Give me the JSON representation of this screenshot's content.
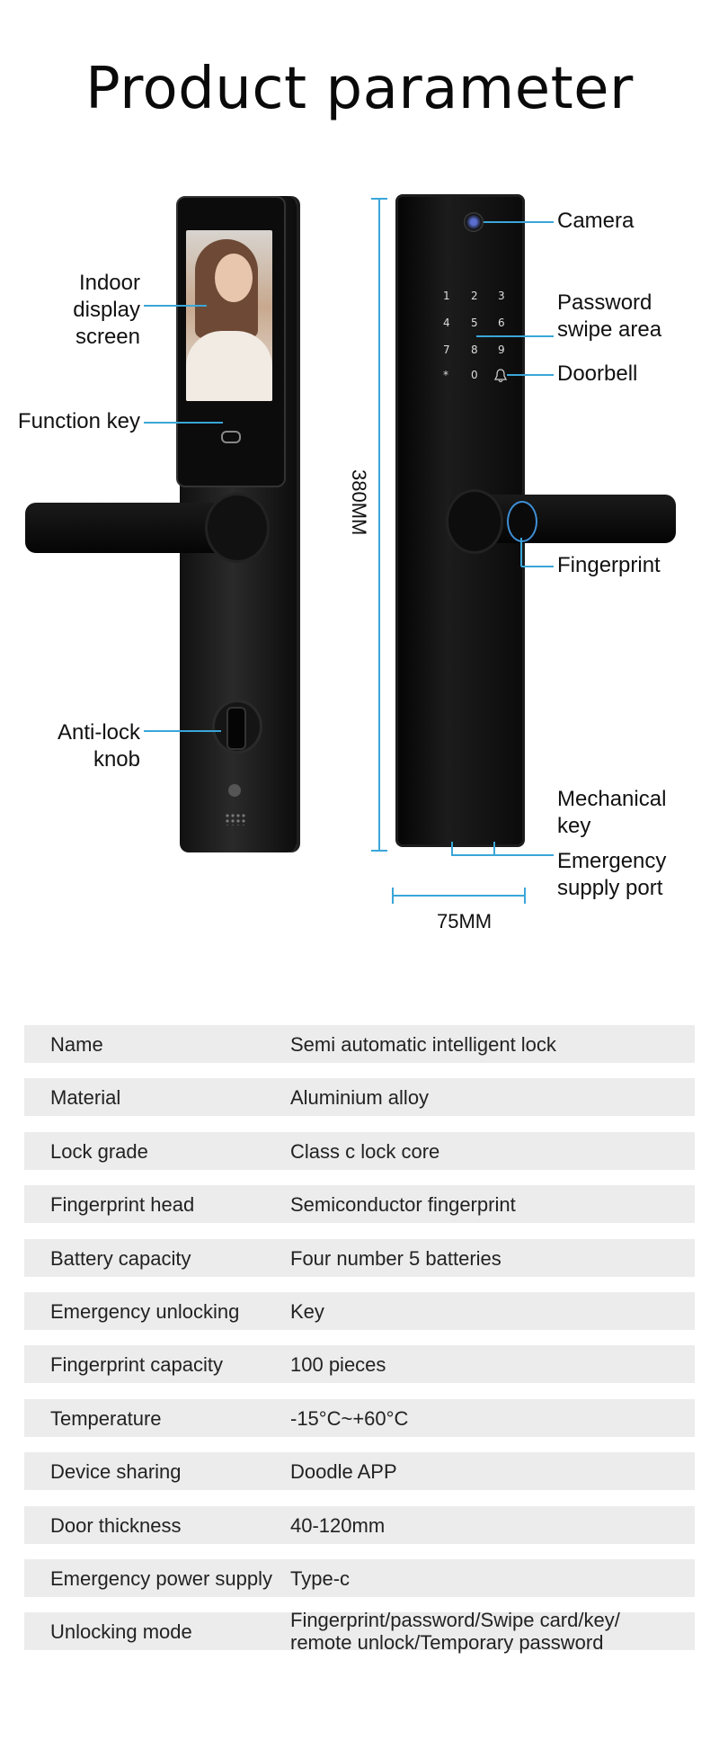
{
  "title": "Product parameter",
  "callouts": {
    "indoor_display": "Indoor\ndisplay\nscreen",
    "function_key": "Function key",
    "anti_lock_knob": "Anti-lock\nknob",
    "camera": "Camera",
    "password_swipe": "Password\nswipe area",
    "doorbell": "Doorbell",
    "fingerprint": "Fingerprint",
    "mechanical_key": "Mechanical\nkey",
    "emergency_port": "Emergency\nsupply port"
  },
  "dimensions": {
    "height": "380MM",
    "width": "75MM"
  },
  "keypad": [
    "1",
    "2",
    "3",
    "4",
    "5",
    "6",
    "7",
    "8",
    "9",
    "*",
    "0"
  ],
  "accent_color": "#3aa6d8",
  "specs": [
    {
      "key": "Name",
      "value": "Semi automatic intelligent lock"
    },
    {
      "key": "Material",
      "value": "Aluminium alloy"
    },
    {
      "key": "Lock grade",
      "value": "Class c lock core"
    },
    {
      "key": "Fingerprint head",
      "value": "Semiconductor fingerprint"
    },
    {
      "key": "Battery capacity",
      "value": "Four number 5 batteries"
    },
    {
      "key": "Emergency unlocking",
      "value": "Key"
    },
    {
      "key": "Fingerprint capacity",
      "value": "100 pieces"
    },
    {
      "key": "Temperature",
      "value": "-15°C~+60°C"
    },
    {
      "key": "Device sharing",
      "value": "Doodle APP"
    },
    {
      "key": "Door thickness",
      "value": "40-120mm"
    },
    {
      "key": "Emergency power supply",
      "value": "Type-c"
    },
    {
      "key": "Unlocking mode",
      "value": "Fingerprint/password/Swipe card/key/\nremote unlock/Temporary password"
    }
  ]
}
